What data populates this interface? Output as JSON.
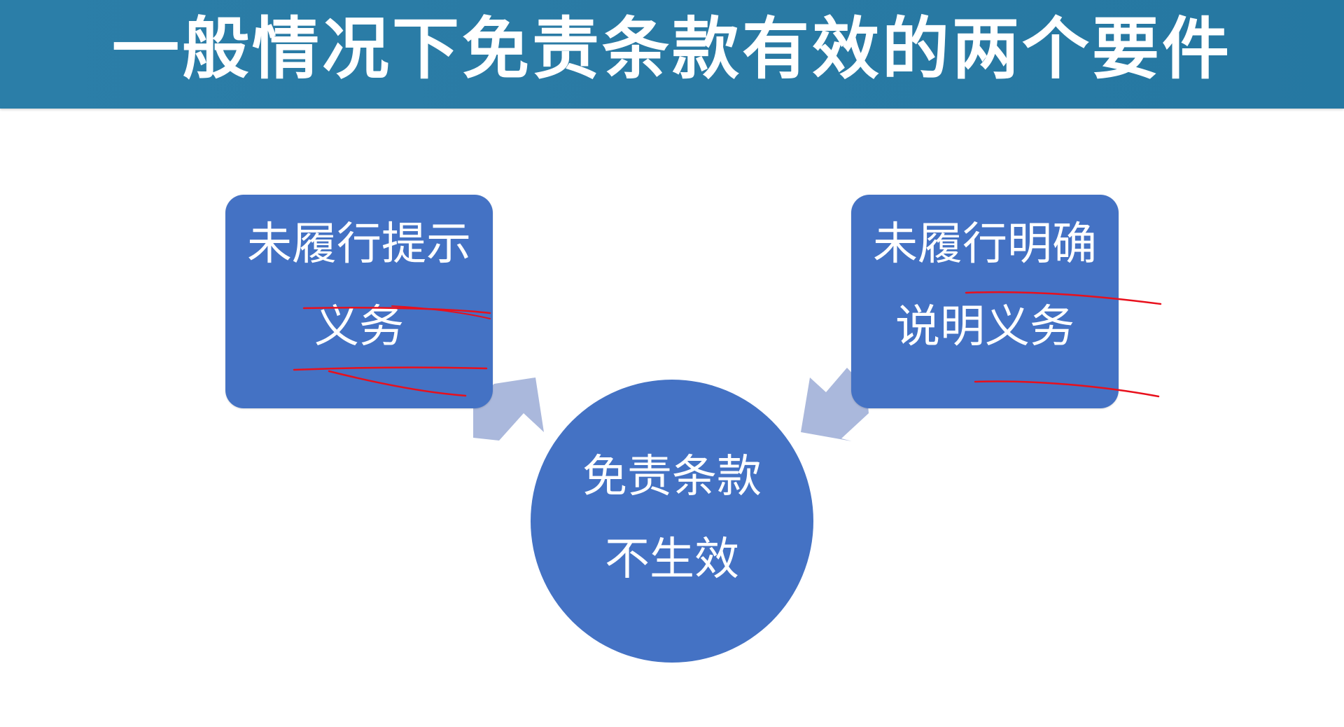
{
  "slide": {
    "title": "一般情况下免责条款有效的两个要件"
  },
  "diagram": {
    "left_box": {
      "line1": "未履行提示",
      "line2": "义务"
    },
    "right_box": {
      "line1": "未履行明确",
      "line2": "说明义务"
    },
    "center": {
      "line1": "免责条款",
      "line2": "不生效"
    }
  },
  "colors": {
    "title_bar": "#2a7aa4",
    "box_fill": "#4472c4",
    "arrow_fill": "#aab8dc",
    "annotation": "#e8101c"
  },
  "icons": {
    "left_arrow": "arrow-down-right-icon",
    "right_arrow": "arrow-down-left-icon"
  }
}
